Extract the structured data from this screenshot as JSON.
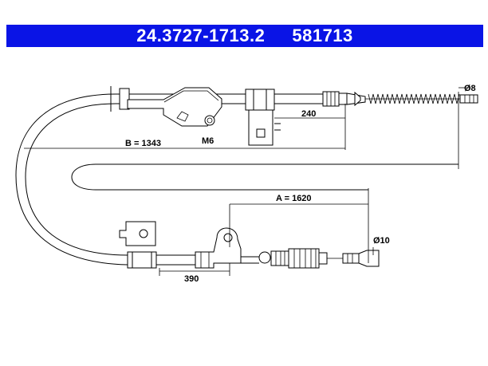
{
  "header": {
    "part_number": "24.3727-1713.2",
    "ref_number": "581713",
    "bg_color": "#0a14e6",
    "text_color": "#ffffff"
  },
  "dimensions": {
    "d8": "Ø8",
    "d240": "240",
    "m6": "M6",
    "b": "B = 1343",
    "a": "A = 1620",
    "d10": "Ø10",
    "d390": "390"
  }
}
